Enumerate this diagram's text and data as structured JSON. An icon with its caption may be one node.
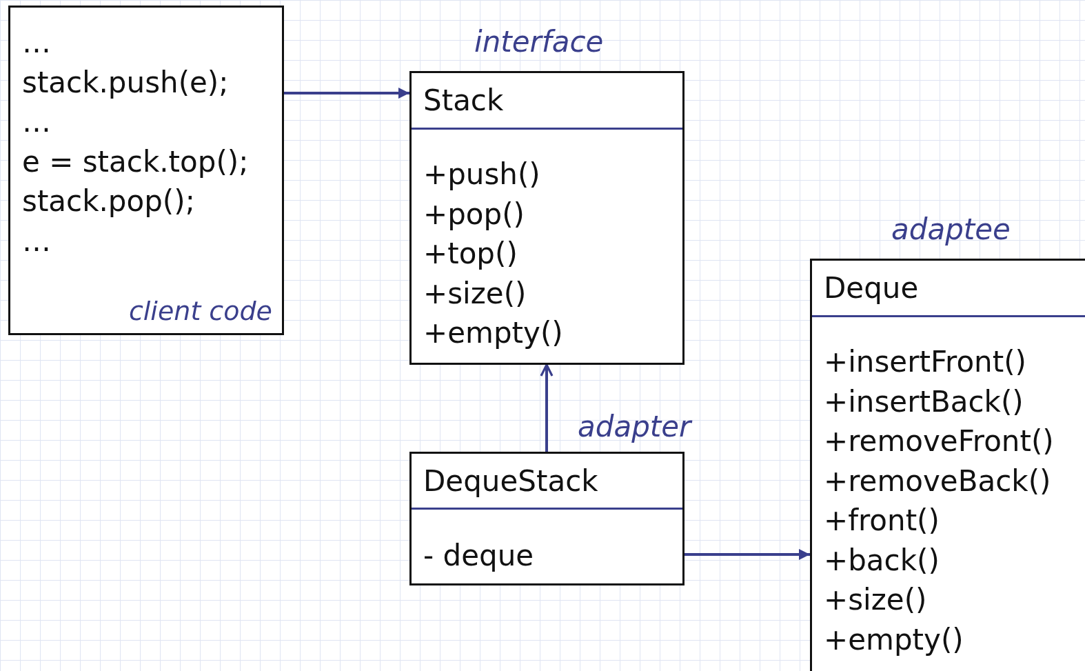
{
  "diagram": {
    "nodes": [
      {
        "text": [
          "…",
          "stack.push(e);",
          "…",
          "e = stack.top();",
          "stack.pop();",
          "…",
          "client code"
        ]
      },
      {
        "text": [
          "Stack",
          "+push()",
          "+pop()",
          "+top()",
          "+size()",
          "+empty()"
        ],
        "beside": [
          "interface"
        ]
      },
      {
        "text": [
          "Deque",
          "+insertFront()",
          "+insertBack()",
          "+removeFront()",
          "+removeBack()",
          "+front()",
          "+back()",
          "+size()",
          "+empty()"
        ],
        "beside": [
          "adaptee"
        ]
      },
      {
        "text": [
          "DequeStack",
          "- deque"
        ],
        "beside": [
          "adapter"
        ]
      }
    ],
    "edges": [
      {
        "from": 0,
        "to": 1,
        "arrow": "to"
      },
      {
        "from": 3,
        "to": 1,
        "arrow": "to"
      },
      {
        "from": 3,
        "to": 2,
        "arrow": "to"
      }
    ]
  }
}
